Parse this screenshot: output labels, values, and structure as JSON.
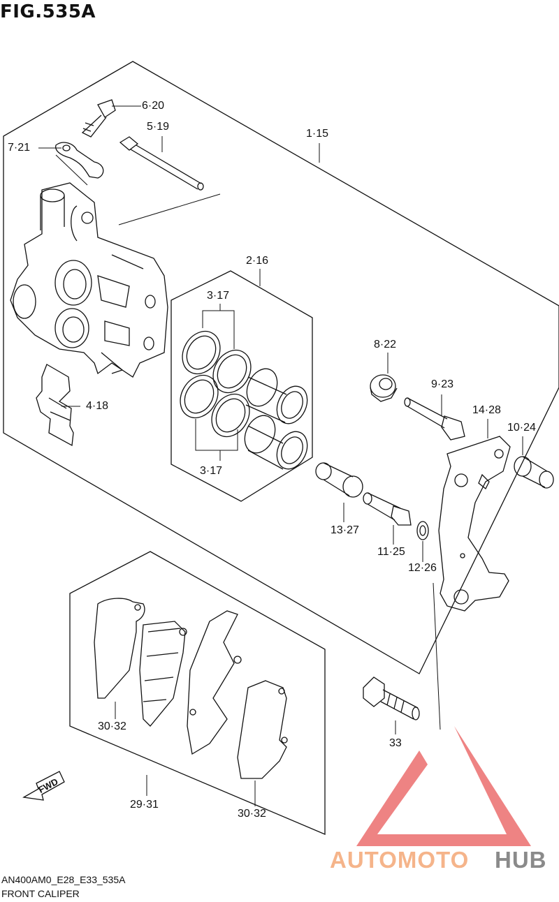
{
  "figure": {
    "title": "FIG.535A"
  },
  "footer": {
    "model_code": "AN400AM0_E28_E33_535A",
    "section_name": "FRONT CALIPER"
  },
  "callouts": {
    "c1_15": "1·15",
    "c2_16": "2·16",
    "c3_17_top": "3·17",
    "c3_17_bottom": "3·17",
    "c4_18": "4·18",
    "c5_19": "5·19",
    "c6_20": "6·20",
    "c7_21": "7·21",
    "c8_22": "8·22",
    "c9_23": "9·23",
    "c10_24": "10·24",
    "c11_25": "11·25",
    "c12_26": "12·26",
    "c13_27": "13·27",
    "c14_28": "14·28",
    "c29_31": "29·31",
    "c30_32_left": "30·32",
    "c30_32_right": "30·32",
    "c33": "33"
  },
  "fwd_label": "FWD",
  "watermark": {
    "part_a": "AUTOMOTO",
    "part_b": "HUB",
    "color_a": "#f5b48a",
    "color_b": "#8a8a8a",
    "logo_color": "#e85a5a"
  }
}
